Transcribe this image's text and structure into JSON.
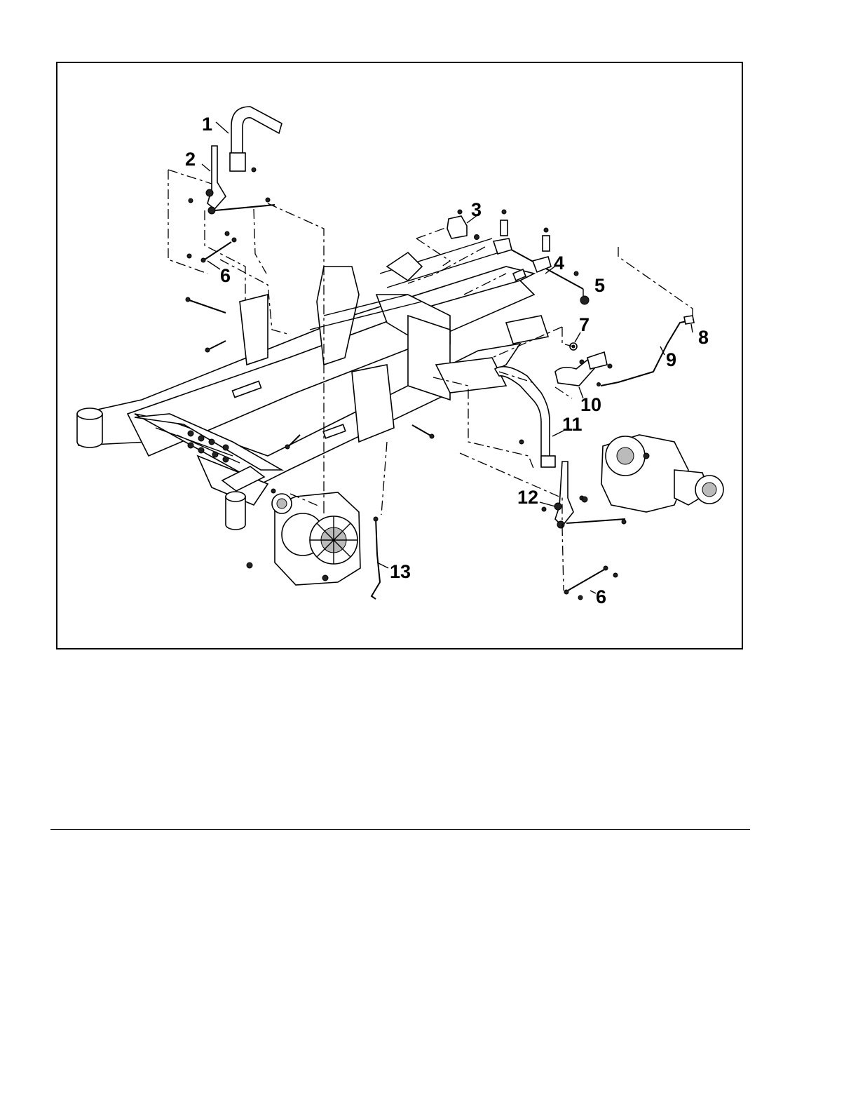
{
  "figure": {
    "callouts": [
      {
        "id": "c1",
        "label": "1"
      },
      {
        "id": "c2",
        "label": "2"
      },
      {
        "id": "c3",
        "label": "3"
      },
      {
        "id": "c4",
        "label": "4"
      },
      {
        "id": "c5",
        "label": "5"
      },
      {
        "id": "c6a",
        "label": "6"
      },
      {
        "id": "c6b",
        "label": "6"
      },
      {
        "id": "c7",
        "label": "7"
      },
      {
        "id": "c8",
        "label": "8"
      },
      {
        "id": "c9",
        "label": "9"
      },
      {
        "id": "c10",
        "label": "10"
      },
      {
        "id": "c11",
        "label": "11"
      },
      {
        "id": "c12",
        "label": "12"
      },
      {
        "id": "c13",
        "label": "13"
      }
    ]
  }
}
